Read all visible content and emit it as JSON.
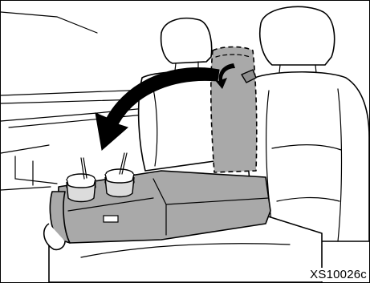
{
  "figure": {
    "code": "XS10026c",
    "colors": {
      "line": "#000000",
      "armrest_fill": "#a9a9a9",
      "background": "#ffffff"
    },
    "parts": [
      "seat-back",
      "headrest",
      "armrest",
      "cup-holders",
      "fold-arrow",
      "release-strap"
    ]
  }
}
